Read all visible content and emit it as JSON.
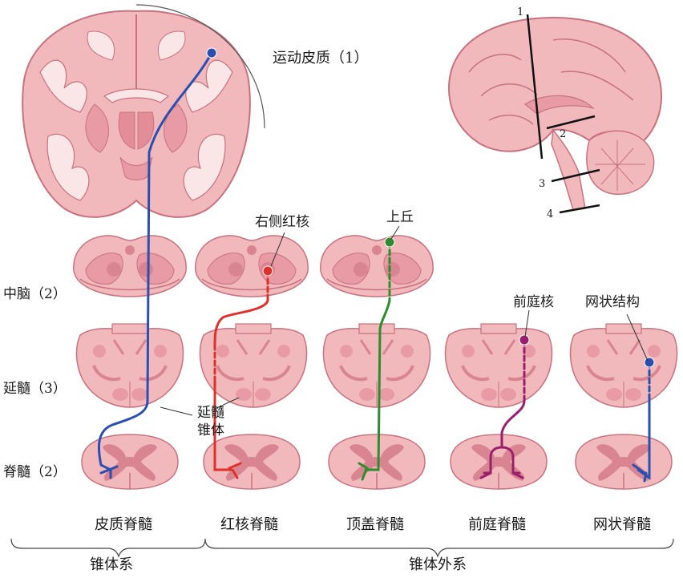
{
  "labels": {
    "motor_cortex": "运动皮质（1）",
    "midbrain": "中脑（2）",
    "medulla": "延髓（3）",
    "spinal_cord": "脊髓（2）",
    "red_nucleus": "右侧红核",
    "superior_colliculus": "上丘",
    "vestibular_nucleus": "前庭核",
    "reticular_formation": "网状结构",
    "pyramid_line1": "延髓",
    "pyramid_line2": "锥体",
    "sagittal_1": "1",
    "sagittal_2": "2",
    "sagittal_3": "3",
    "sagittal_4": "4"
  },
  "tracts": [
    {
      "name": "皮质脊髓",
      "color": "#2a4fb0"
    },
    {
      "name": "红核脊髓",
      "color": "#e0302a"
    },
    {
      "name": "顶盖脊髓",
      "color": "#2e8b2e"
    },
    {
      "name": "前庭脊髓",
      "color": "#9a1e6e"
    },
    {
      "name": "网状脊髓",
      "color": "#2a4fb0"
    }
  ],
  "groups": {
    "pyramidal": "锥体系",
    "extrapyramidal": "锥体外系"
  },
  "colors": {
    "tissue": "#f2b9bd",
    "tissue_dark": "#e38d98",
    "outline": "#c7727e",
    "grey_matter": "#d98591"
  }
}
